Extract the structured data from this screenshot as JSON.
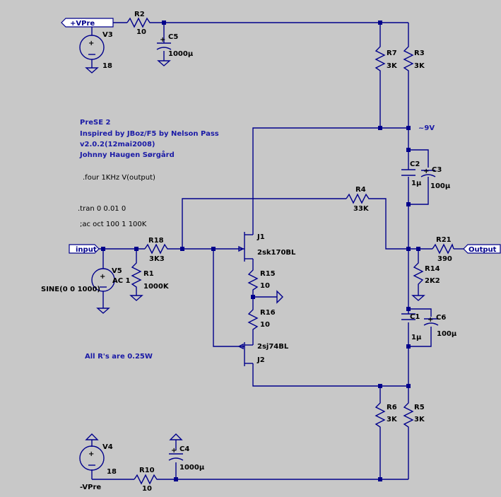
{
  "notes": {
    "title": "PreSE 2",
    "inspired": "Inspired by JBoz/F5 by Nelson Pass",
    "version": "v2.0.2(12mai2008)",
    "author": "Johnny Haugen Sørgård",
    "four": ".four 1KHz V(output)",
    "tran": ".tran 0 0.01 0",
    "ac": ";ac oct 100 1 100K",
    "resistors": "All R's are 0.25W"
  },
  "pins": {
    "vpre_pos": "+VPre",
    "vpre_neg": "-VPre",
    "input": "input",
    "output": "Output"
  },
  "net_labels": {
    "nine_volt": "~9V"
  },
  "sources": {
    "V3": {
      "name": "V3",
      "value": "18"
    },
    "V4": {
      "name": "V4",
      "value": "18"
    },
    "V5": {
      "name": "V5",
      "value": "AC 1",
      "extra": "SINE(0 0 1000)"
    }
  },
  "resistors": {
    "R2": {
      "name": "R2",
      "value": "10"
    },
    "R10": {
      "name": "R10",
      "value": "10"
    },
    "R7": {
      "name": "R7",
      "value": "3K"
    },
    "R3": {
      "name": "R3",
      "value": "3K"
    },
    "R6": {
      "name": "R6",
      "value": "3K"
    },
    "R5": {
      "name": "R5",
      "value": "3K"
    },
    "R4": {
      "name": "R4",
      "value": "33K"
    },
    "R18": {
      "name": "R18",
      "value": "3K3"
    },
    "R1": {
      "name": "R1",
      "value": "1000K"
    },
    "R15": {
      "name": "R15",
      "value": "10"
    },
    "R16": {
      "name": "R16",
      "value": "10"
    },
    "R21": {
      "name": "R21",
      "value": "390"
    },
    "R14": {
      "name": "R14",
      "value": "2K2"
    }
  },
  "capacitors": {
    "C5": {
      "name": "C5",
      "value": "1000µ"
    },
    "C4": {
      "name": "C4",
      "value": "1000µ"
    },
    "C2": {
      "name": "C2",
      "value": "1µ"
    },
    "C3": {
      "name": "C3",
      "value": "100µ"
    },
    "C1": {
      "name": "C1",
      "value": "1µ"
    },
    "C6": {
      "name": "C6",
      "value": "100µ"
    }
  },
  "transistors": {
    "J1": {
      "name": "J1",
      "part": "2sk170BL"
    },
    "J2": {
      "name": "J2",
      "part": "2sj74BL"
    }
  }
}
